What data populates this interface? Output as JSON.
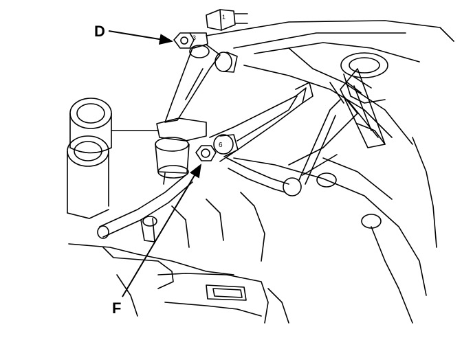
{
  "callouts": {
    "d": "D",
    "f": "F"
  },
  "part_markings": {
    "bolt_1": "1",
    "bolt_3": "3",
    "bolt_6": "6"
  },
  "colors": {
    "ink": "#000000",
    "paper": "#ffffff"
  }
}
